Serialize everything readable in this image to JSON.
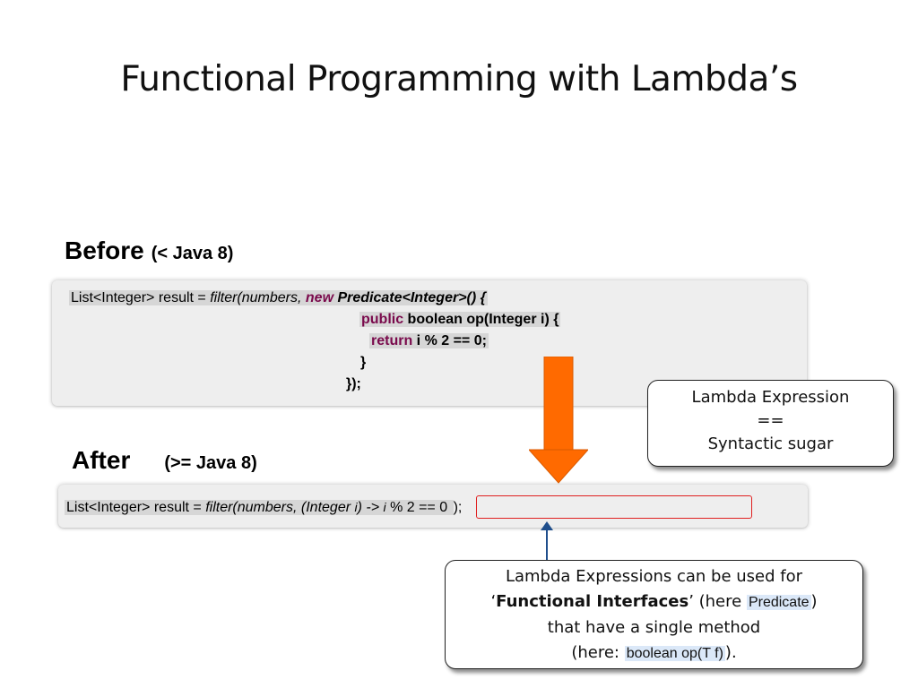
{
  "slide": {
    "title": "Functional Programming with Lambda’s"
  },
  "before": {
    "heading": "Before",
    "subheading": "(< Java 8)",
    "code": {
      "l1_a": "List<Integer> result = ",
      "l1_b": "filter(numbers, ",
      "l1_kw": "new",
      "l1_c": " Predicate<Integer>() {",
      "l2_kw": "public",
      "l2_rest": " boolean op(Integer i) {",
      "l3_kw": "return",
      "l3_rest": " i % 2 == 0;",
      "l4": "}",
      "l5": "});"
    }
  },
  "after": {
    "heading": "After",
    "subheading": "(>= Java 8)",
    "code": {
      "a": "List<Integer> result = ",
      "b": "filter(numbers, (Integer ",
      "c": "i",
      "d": ") -> ",
      "e": "i",
      "f": " % 2 == 0 ",
      "g": ");"
    }
  },
  "callout_top": {
    "line1": "Lambda Expression",
    "line2": "==",
    "line3": "Syntactic sugar"
  },
  "callout_bottom": {
    "l1": "Lambda Expressions can be used for",
    "l2_a": "‘",
    "l2_b": "Functional Interfaces",
    "l2_c": "’ (here ",
    "l2_d": "Predicate",
    "l2_e": ")",
    "l3": "that have a single method",
    "l4_a": "(here: ",
    "l4_b": "boolean op(T f)",
    "l4_c": ")."
  },
  "colors": {
    "orange_arrow": "#ff6a00",
    "blue_arrow": "#1f4e8c",
    "keyword": "#7a0a4c",
    "highlight_box": "#e02020"
  }
}
